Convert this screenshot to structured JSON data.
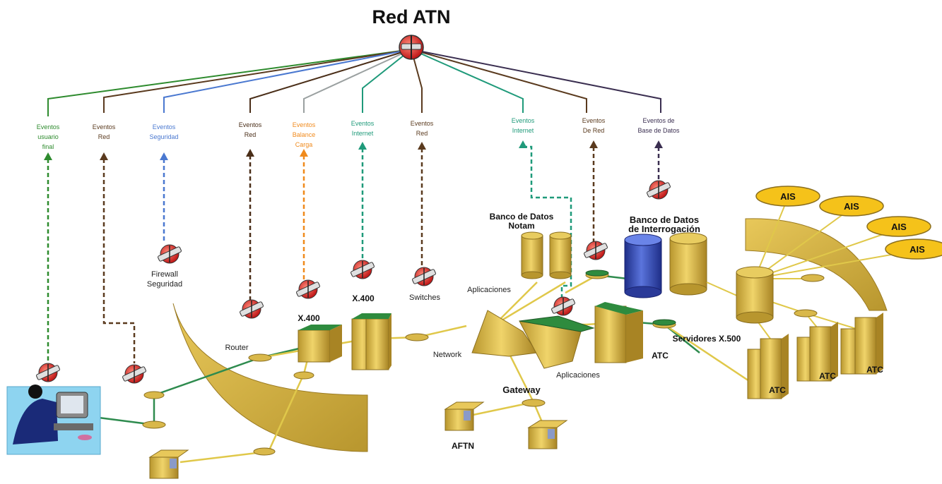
{
  "title": "Red ATN",
  "events": [
    {
      "line1": "Eventos",
      "line2": "usuario",
      "line3": "final",
      "color": "#2e8b2e"
    },
    {
      "line1": "Eventos",
      "line2": "Red",
      "line3": "",
      "color": "#5a3a1e"
    },
    {
      "line1": "Eventos",
      "line2": "Seguridad",
      "line3": "",
      "color": "#4a78d0"
    },
    {
      "line1": "Eventos",
      "line2": "Red",
      "line3": "",
      "color": "#4a2e18"
    },
    {
      "line1": "Eventos",
      "line2": "Balance",
      "line3": "Carga",
      "color": "#f08a1c"
    },
    {
      "line1": "Eventos",
      "line2": "Internet",
      "line3": "",
      "color": "#1f9a7a"
    },
    {
      "line1": "Eventos",
      "line2": "Red",
      "line3": "",
      "color": "#5a3a1e"
    },
    {
      "line1": "Eventos",
      "line2": "Internet",
      "line3": "",
      "color": "#1f9a7a"
    },
    {
      "line1": "Eventos",
      "line2": "De Red",
      "line3": "",
      "color": "#5a3a1e"
    },
    {
      "line1": "Eventos  de",
      "line2": "Base de Datos",
      "line3": "",
      "color": "#3a2e50"
    }
  ],
  "labels": {
    "firewall_1": "Firewall",
    "firewall_2": "Seguridad",
    "switches": "Switches",
    "x400_a": "X.400",
    "x400_b": "X.400",
    "router": "Router",
    "network": "Network",
    "aplicaciones_top": "Aplicaciones",
    "aplicaciones_bottom": "Aplicaciones",
    "gateway": "Gateway",
    "aftn": "AFTN",
    "atc_center": "ATC",
    "servidores": "Servidores X.500",
    "notam_1": "Banco de Datos",
    "notam_2": "Notam",
    "interrog_1": "Banco de Datos",
    "interrog_2": "de Interrogación",
    "atc_1": "ATC",
    "atc_2": "ATC",
    "atc_3": "ATC"
  },
  "ais": [
    "AIS",
    "AIS",
    "AIS",
    "AIS"
  ],
  "colors": {
    "gold": "#d9b84a",
    "gold_dark": "#a88a2a",
    "green_top": "#2e8b3e",
    "blue_db": "#3a52b8",
    "line_yellow": "#e0c84a",
    "line_green": "#2e8b4e",
    "ais_fill": "#f5c21a"
  }
}
